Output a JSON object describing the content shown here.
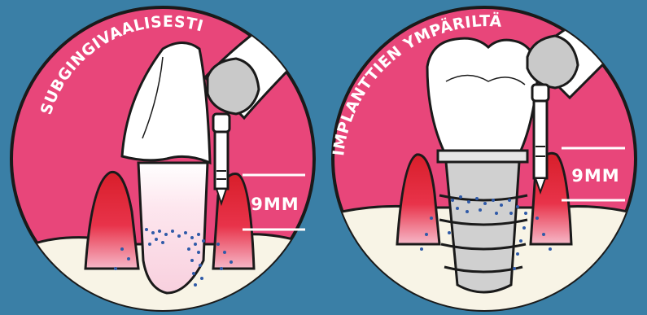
{
  "colors": {
    "background": "#3a7fa6",
    "circle_fill": "#e8467a",
    "outline": "#1a1a1a",
    "gum_red": "#d81e2a",
    "bone_cream": "#f8f4e6",
    "deposit_blue": "#2f5aa8",
    "text": "#ffffff"
  },
  "panels": [
    {
      "arc_label": "SUBGINGIVAALISESTI",
      "measure_label": "9MM",
      "subject": "natural-tooth"
    },
    {
      "arc_label": "IMPLANTTIEN YMPÄRILTÄ",
      "measure_label": "9MM",
      "subject": "dental-implant"
    }
  ]
}
